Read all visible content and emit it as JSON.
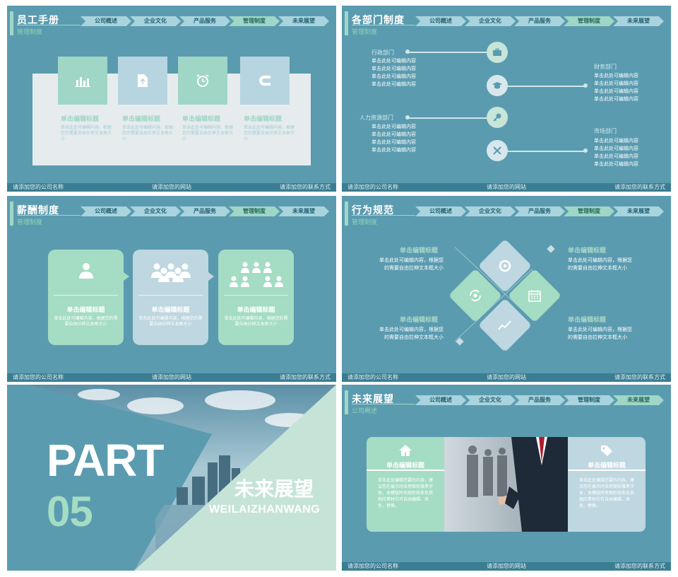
{
  "nav": [
    "公司概述",
    "企业文化",
    "产品服务",
    "管理制度",
    "未来展望"
  ],
  "footer": {
    "company": "请添加您的公司名称",
    "site": "请添加您的网站",
    "contact": "请添加您的联系方式"
  },
  "slides": {
    "s1": {
      "title": "员工手册",
      "subtitle": "管理制度",
      "active": 3,
      "cards": [
        {
          "title": "单击编辑标题",
          "desc": "单击此处可编辑内容，根据您的需要自由拉伸文本框大小",
          "icon": "bar-chart-icon"
        },
        {
          "title": "单击编辑标题",
          "desc": "单击此处可编辑内容，根据您的需要自由拉伸文本框大小",
          "icon": "document-upload-icon"
        },
        {
          "title": "单击编辑标题",
          "desc": "单击此处可编辑内容，根据您的需要自由拉伸文本框大小",
          "icon": "alarm-clock-icon"
        },
        {
          "title": "单击编辑标题",
          "desc": "单击此处可编辑内容，根据您的需要自由拉伸文本框大小",
          "icon": "magnet-icon"
        }
      ]
    },
    "s2": {
      "title": "各部门制度",
      "subtitle": "管理制度",
      "active": 3,
      "depts": [
        {
          "name": "行政部门",
          "lines": [
            "单击此处可编辑内容",
            "单击此处可编辑内容",
            "单击此处可编辑内容",
            "单击此处可编辑内容"
          ]
        },
        {
          "name": "财务部门",
          "lines": [
            "单击此处可编辑内容",
            "单击此处可编辑内容",
            "单击此处可编辑内容",
            "单击此处可编辑内容"
          ]
        },
        {
          "name": "人力资源部门",
          "lines": [
            "单击此处可编辑内容",
            "单击此处可编辑内容",
            "单击此处可编辑内容",
            "单击此处可编辑内容"
          ]
        },
        {
          "name": "市场部门",
          "lines": [
            "单击此处可编辑内容",
            "单击此处可编辑内容",
            "单击此处可编辑内容",
            "单击此处可编辑内容"
          ]
        }
      ]
    },
    "s3": {
      "title": "薪酬制度",
      "subtitle": "管理制度",
      "active": 3,
      "cards": [
        {
          "title": "单击编辑标题",
          "desc": "单击此处可编辑内容，根据您的需要自由拉伸文本框大小"
        },
        {
          "title": "单击编辑标题",
          "desc": "单击此处可编辑内容，根据您的需要自由拉伸文本框大小"
        },
        {
          "title": "单击编辑标题",
          "desc": "单击此处可编辑内容，根据您的需要自由拉伸文本框大小"
        }
      ]
    },
    "s4": {
      "title": "行为规范",
      "subtitle": "管理制度",
      "active": 3,
      "items": [
        {
          "title": "单击编辑标题",
          "desc": "单击此处可编辑内容，根据您的需要自由拉伸文本框大小"
        },
        {
          "title": "单击编辑标题",
          "desc": "单击此处可编辑内容，根据您的需要自由拉伸文本框大小"
        },
        {
          "title": "单击编辑标题",
          "desc": "单击此处可编辑内容，根据您的需要自由拉伸文本框大小"
        },
        {
          "title": "单击编辑标题",
          "desc": "单击此处可编辑内容，根据您的需要自由拉伸文本框大小"
        }
      ]
    },
    "s5": {
      "part": "PART",
      "number": "05",
      "title_cn": "未来展望",
      "title_en": "WEILAIZHANWANG"
    },
    "s6": {
      "title": "未来展望",
      "subtitle": "公司概述",
      "active": 4,
      "left": {
        "title": "单击编辑标题",
        "desc": "单击此处编辑您要的内容，建议您在展示时采用微软雅黑字体，本模版所有图形线条及其相应素材均可自由编辑、改色、替换。"
      },
      "right": {
        "title": "单击编辑标题",
        "desc": "单击此处编辑您要的内容，建议您在展示时采用微软雅黑字体，本模版所有图形线条及其相应素材均可自由编辑、改色、替换。"
      }
    }
  },
  "colors": {
    "bg": "#5a9bb0",
    "mint": "#9fd6c6",
    "lightblue": "#bed7e0",
    "panel": "#e6ecee",
    "footer": "#3b7d92"
  }
}
